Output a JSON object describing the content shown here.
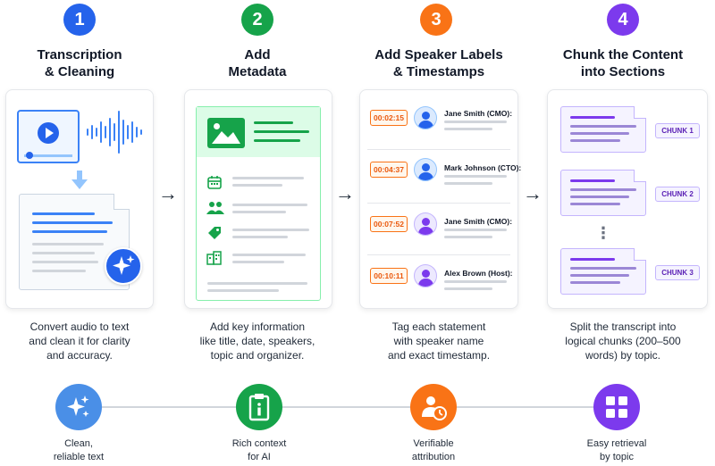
{
  "steps": [
    {
      "number": "1",
      "title": "Transcription\n& Cleaning",
      "description": "Convert audio to text\nand clean it for clarity\nand accuracy.",
      "color": "#2563eb"
    },
    {
      "number": "2",
      "title": "Add\nMetadata",
      "description": "Add key information\nlike title, date, speakers,\ntopic and organizer.",
      "color": "#16a34a"
    },
    {
      "number": "3",
      "title": "Add Speaker Labels\n& Timestamps",
      "description": "Tag each statement\nwith speaker name\nand exact timestamp.",
      "color": "#f97316"
    },
    {
      "number": "4",
      "title": "Chunk the Content\ninto Sections",
      "description": "Split the transcript into\nlogical chunks (200–500\nwords) by topic.",
      "color": "#7c3aed"
    }
  ],
  "speakers": [
    {
      "timestamp": "00:02:15",
      "name": "Jane Smith (CMO):"
    },
    {
      "timestamp": "00:04:37",
      "name": "Mark Johnson (CTO):"
    },
    {
      "timestamp": "00:07:52",
      "name": "Jane Smith (CMO):"
    },
    {
      "timestamp": "00:10:11",
      "name": "Alex Brown (Host):"
    }
  ],
  "chunks": [
    "CHUNK 1",
    "CHUNK 2",
    "CHUNK 3"
  ],
  "ellipsis": "⋮",
  "arrow": "→",
  "benefits": [
    {
      "label": "Clean,\nreliable text",
      "color": "#4a8fe7",
      "icon": "sparkles-icon"
    },
    {
      "label": "Rich context\nfor AI",
      "color": "#16a34a",
      "icon": "info-clipboard-icon"
    },
    {
      "label": "Verifiable\nattribution",
      "color": "#f97316",
      "icon": "user-clock-icon"
    },
    {
      "label": "Easy retrieval\nby topic",
      "color": "#7c3aed",
      "icon": "grid-icon"
    }
  ]
}
